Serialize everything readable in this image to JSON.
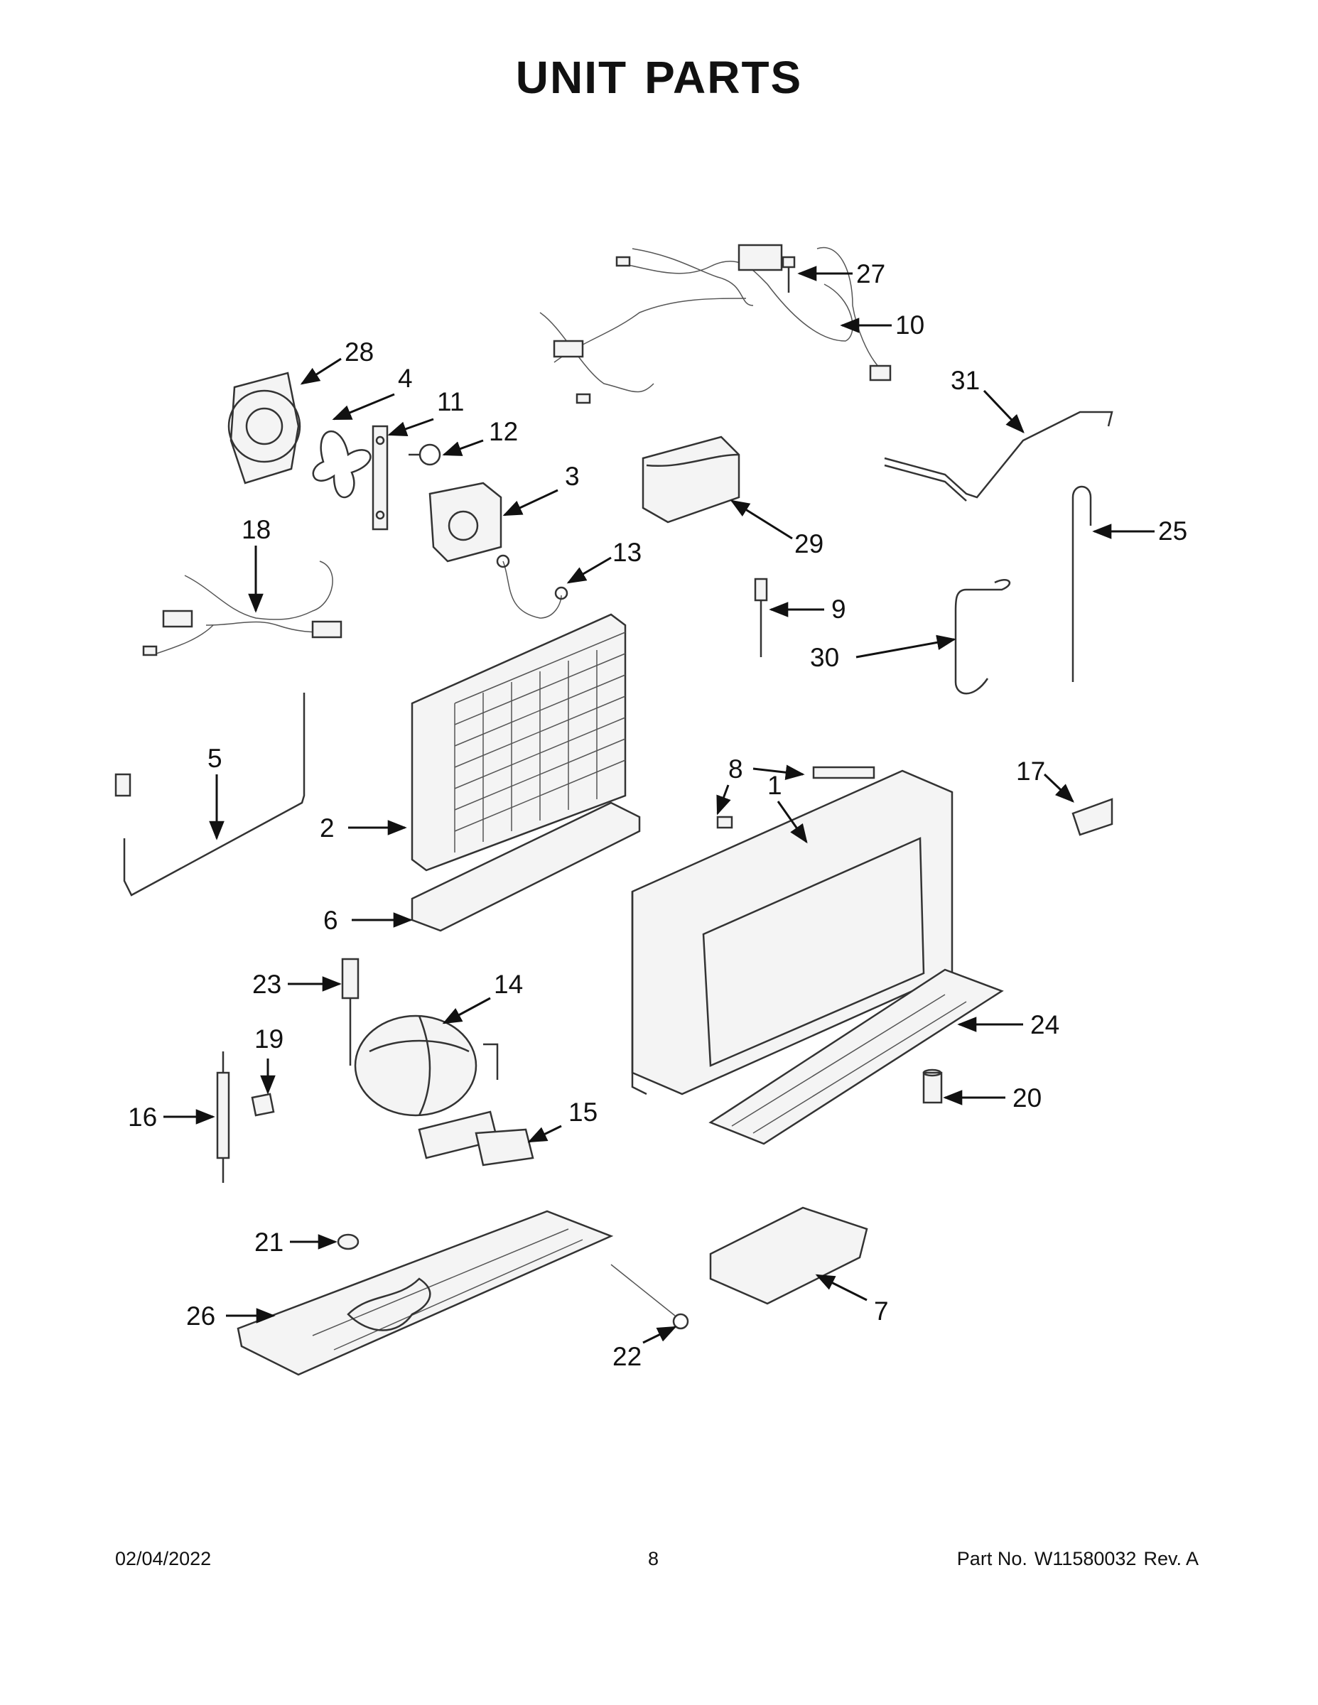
{
  "page": {
    "title_words": [
      "UNIT",
      "PARTS"
    ],
    "footer": {
      "date": "02/04/2022",
      "page_number": "8",
      "part_label": "Part No.",
      "part_number": "W11580032",
      "revision": "Rev. A"
    }
  },
  "callouts": {
    "c1": "1",
    "c2": "2",
    "c3": "3",
    "c4": "4",
    "c5": "5",
    "c6": "6",
    "c7": "7",
    "c8": "8",
    "c9": "9",
    "c10": "10",
    "c11": "11",
    "c12": "12",
    "c13": "13",
    "c14": "14",
    "c15": "15",
    "c16": "16",
    "c17": "17",
    "c18": "18",
    "c19": "19",
    "c20": "20",
    "c21": "21",
    "c22": "22",
    "c23": "23",
    "c24": "24",
    "c25": "25",
    "c26": "26",
    "c27": "27",
    "c28": "28",
    "c29": "29",
    "c30": "30",
    "c31": "31"
  }
}
